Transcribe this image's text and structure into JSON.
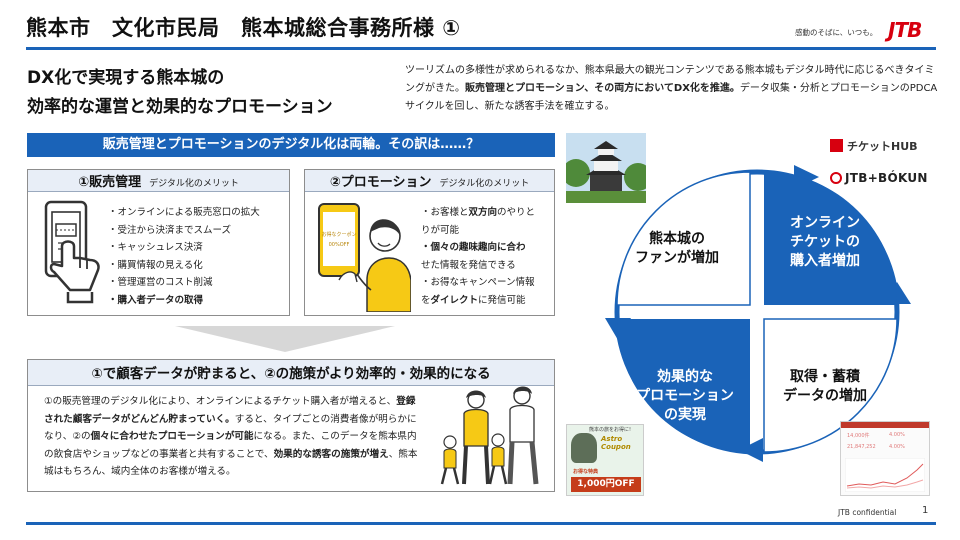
{
  "header": {
    "title": "熊本市　文化市民局　熊本城総合事務所様 ①",
    "tagline": "感動のそばに、いつも。",
    "logo": "JTB"
  },
  "lead": {
    "line1": "DX化で実現する熊本城の",
    "line2": "効率的な運営と効果的なプロモーション"
  },
  "intro": {
    "part1": "ツーリズムの多様性が求められるなか、熊本県最大の観光コンテンツである熊本城もデジタル時代に応じるべきタイミングがきた。",
    "part2_bold": "販売管理とプロモーション、その両方においてDX化を推進。",
    "part3": "データ収集・分析とプロモーションのPDCAサイクルを回し、新たな誘客手法を確立する。"
  },
  "banner": "販売管理とプロモーションのデジタル化は両輪。その訳は……？",
  "card1": {
    "title": "①販売管理",
    "subtitle": "デジタル化のメリット",
    "items": [
      "・オンラインによる販売窓口の拡大",
      "・受注から決済までスムーズ",
      "・キャッシュレス決済",
      "・購買情報の見える化",
      "・管理運営のコスト削減"
    ],
    "item_bold": "・購入者データの取得"
  },
  "card2": {
    "title": "②プロモーション",
    "subtitle": "デジタル化のメリット",
    "l1a": "・お客様と",
    "l1b": "双方向",
    "l1c": "のやりと",
    "l2": "り",
    "l2b": "が可能",
    "l3": "・個々の趣味趣向に合わ",
    "l4": "せた情報を発信できる",
    "l5": "・お得なキャンペーン情報",
    "l6a": "を",
    "l6b": "ダイレクト",
    "l6c": "に発信可能"
  },
  "phone_text": {
    "line1": "お得なクーポン",
    "line2": "00%OFF"
  },
  "bottom": {
    "title": "①で顧客データが貯まると、②の施策がより効率的・効果的になる",
    "p1": "①の販売管理のデジタル化により、オンラインによるチケット購入者が増えると、",
    "p2": "登録された顧客データがどんどん貯まっていく。",
    "p3": "すると、タイプごとの消費者像が明らかになり、②の",
    "p4": "個々に合わせたプロモーションが可能",
    "p5": "になる。また、このデータを熊本県内の飲食店やショップなどの事業者と共有することで、",
    "p6": "効果的な誘客の施策が増え",
    "p7": "、熊本城はもちろん、域内全体のお客様が増える。"
  },
  "cycle": {
    "q1": [
      "熊本城の",
      "ファンが増加"
    ],
    "q2": [
      "オンライン",
      "チケットの",
      "購入者増加"
    ],
    "q3": [
      "取得・蓄積",
      "データの増加"
    ],
    "q4": [
      "効果的な",
      "プロモーション",
      "の実現"
    ]
  },
  "logos": {
    "ticket_hub": "チケットHUB",
    "bokun": "JTB+BÓKUN"
  },
  "coupon": {
    "brand": "Astro Coupon",
    "header": "熊本の旅をお得に!",
    "offer": "1,000円OFF",
    "badge": "お得な特典"
  },
  "dashboard": {
    "v1": "14,000件",
    "v2": "4.00%",
    "v3": "21,847,252",
    "v4": "4.00%"
  },
  "footer": {
    "confidential": "JTB confidential",
    "page": "1"
  },
  "colors": {
    "brand_blue": "#1a63b8",
    "jtb_red": "#d7000f",
    "panel_tint": "#e8eef7",
    "accent_yellow": "#f6c915"
  }
}
